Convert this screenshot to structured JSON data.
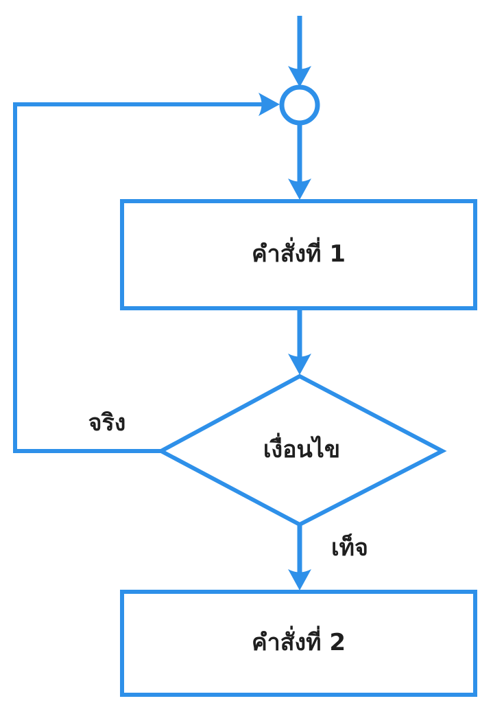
{
  "diagram": {
    "type": "flowchart-loop",
    "accent_color": "#2E90E9",
    "text_color": "#1F1F1F",
    "background_color": "#FFFFFF",
    "nodes": {
      "connector": {
        "shape": "circle",
        "label": ""
      },
      "step1": {
        "shape": "rectangle",
        "label": "คำสั่งที่ 1"
      },
      "condition": {
        "shape": "diamond",
        "label": "เงื่อนไข"
      },
      "step2": {
        "shape": "rectangle",
        "label": "คำสั่งที่ 2"
      }
    },
    "edge_labels": {
      "true_branch": "จริง",
      "false_branch": "เท็จ"
    },
    "edges": [
      {
        "from": "start",
        "to": "connector"
      },
      {
        "from": "connector",
        "to": "step1"
      },
      {
        "from": "step1",
        "to": "condition"
      },
      {
        "from": "condition",
        "to": "connector",
        "label": "จริง"
      },
      {
        "from": "condition",
        "to": "step2",
        "label": "เท็จ"
      }
    ]
  }
}
